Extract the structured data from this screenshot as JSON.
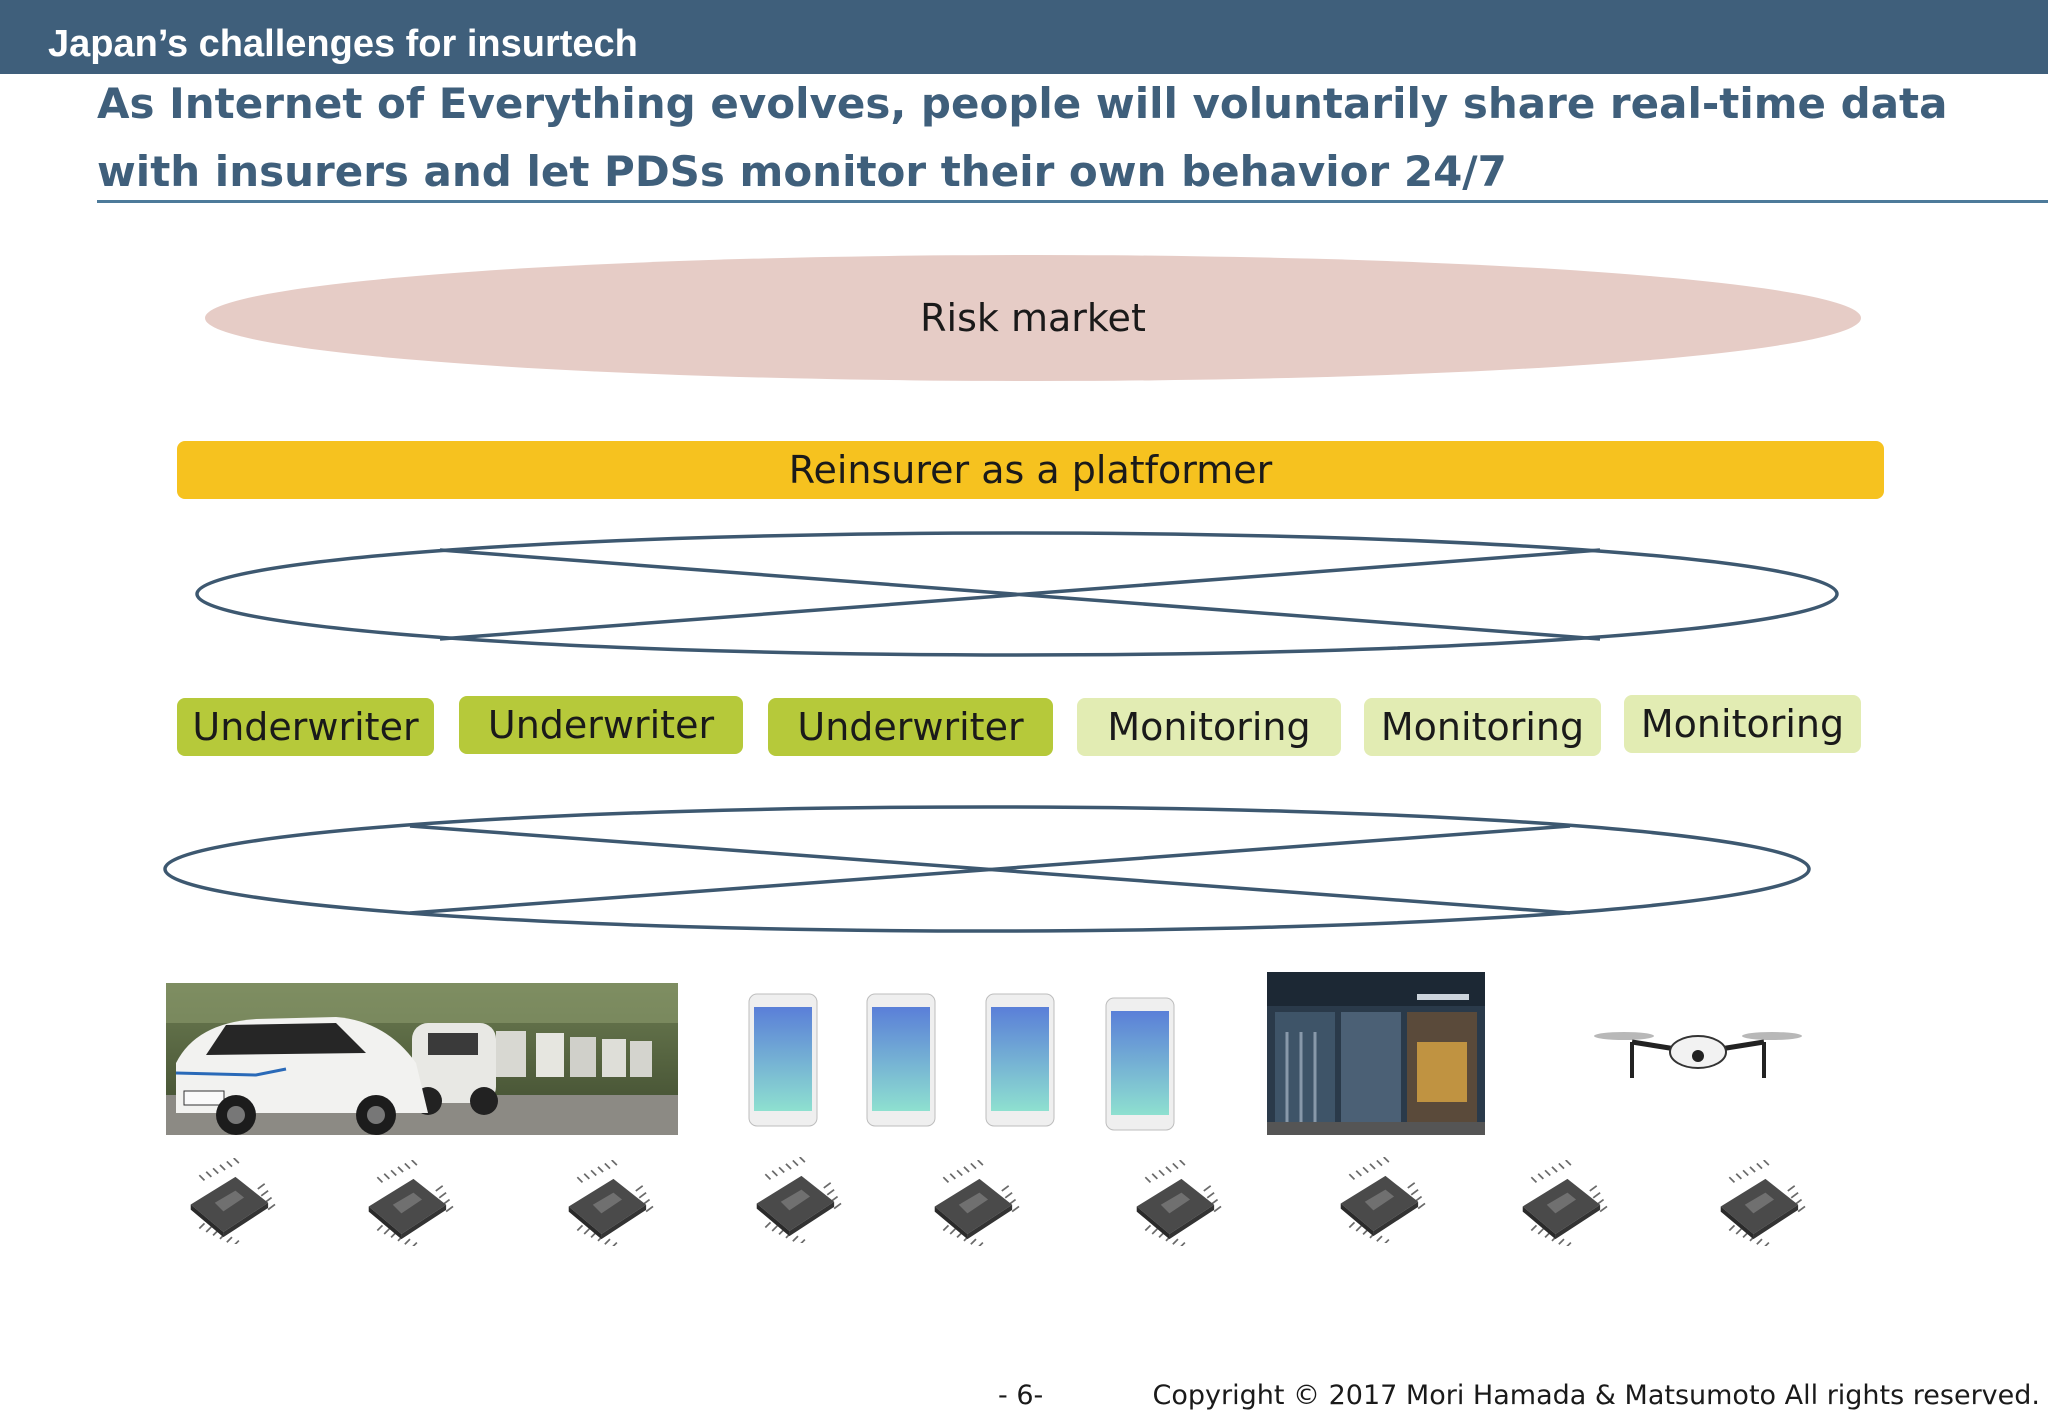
{
  "header": {
    "title": "Japan’s challenges for insurtech"
  },
  "headline": {
    "line1": "As Internet of Everything evolves,  people will voluntarily share real-time data",
    "line2": "with insurers and let PDSs monitor their own behavior 24/7"
  },
  "diagram": {
    "risk_market": "Risk market",
    "platformer": "Reinsurer as a platformer",
    "players": [
      {
        "label": "Underwriter",
        "kind": "underwriter"
      },
      {
        "label": "Underwriter",
        "kind": "underwriter"
      },
      {
        "label": "Underwriter",
        "kind": "underwriter"
      },
      {
        "label": "Monitoring",
        "kind": "monitoring"
      },
      {
        "label": "Monitoring",
        "kind": "monitoring"
      },
      {
        "label": "Monitoring",
        "kind": "monitoring"
      }
    ],
    "devices": [
      "electric-cars-photo",
      "smartphone-photo",
      "smartphone-photo",
      "smartphone-photo",
      "smartphone-photo",
      "storefront-photo",
      "drone-photo"
    ],
    "sensor_chip_count": 9
  },
  "footer": {
    "page": "- 6-",
    "copyright": "Copyright © 2017 Mori Hamada & Matsumoto  All rights reserved."
  },
  "colors": {
    "header": "#3f5f7b",
    "risk_market": "#e6ccc6",
    "platformer": "#f6c21f",
    "underwriter": "#b6c93a",
    "monitoring": "#e2ecb3",
    "mesh_stroke": "#3d5870"
  }
}
